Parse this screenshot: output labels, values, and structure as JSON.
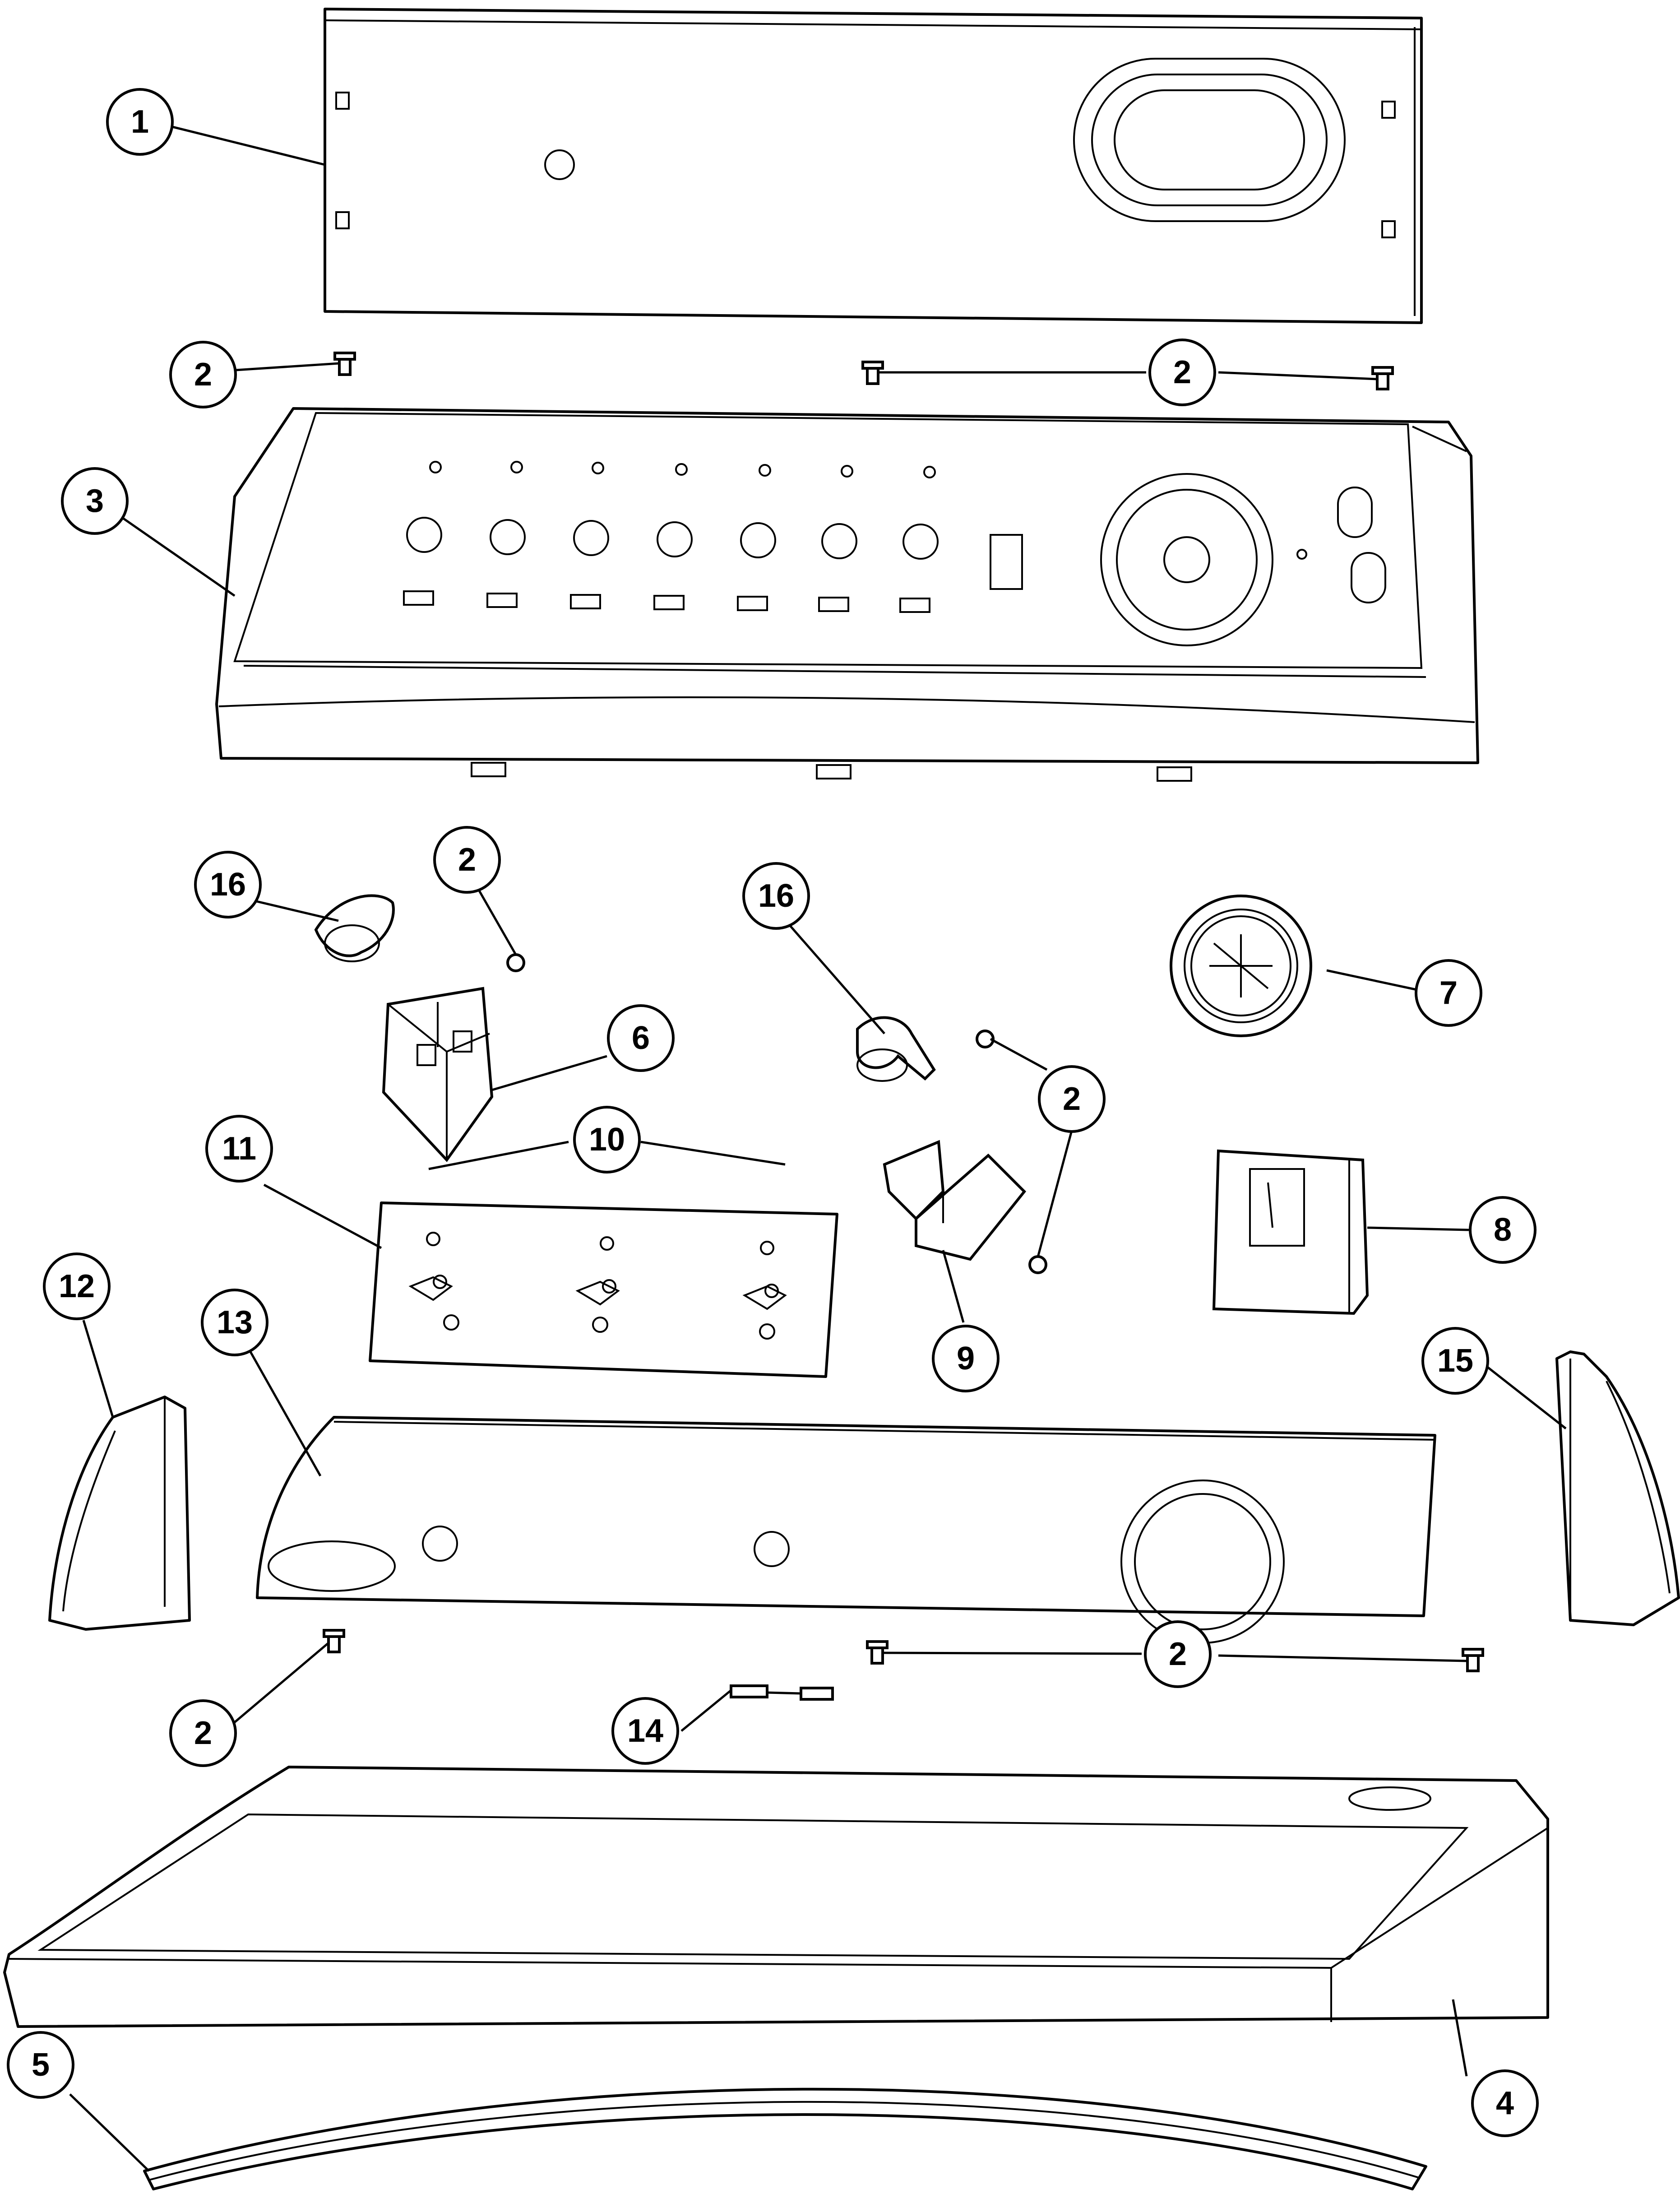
{
  "callouts": [
    {
      "id": "c1",
      "label": "1"
    },
    {
      "id": "c2a",
      "label": "2"
    },
    {
      "id": "c2b",
      "label": "2"
    },
    {
      "id": "c3",
      "label": "3"
    },
    {
      "id": "c16a",
      "label": "16"
    },
    {
      "id": "c2c",
      "label": "2"
    },
    {
      "id": "c16b",
      "label": "16"
    },
    {
      "id": "c7",
      "label": "7"
    },
    {
      "id": "c6",
      "label": "6"
    },
    {
      "id": "c2d",
      "label": "2"
    },
    {
      "id": "c11",
      "label": "11"
    },
    {
      "id": "c10",
      "label": "10"
    },
    {
      "id": "c8",
      "label": "8"
    },
    {
      "id": "c9",
      "label": "9"
    },
    {
      "id": "c12",
      "label": "12"
    },
    {
      "id": "c13",
      "label": "13"
    },
    {
      "id": "c15",
      "label": "15"
    },
    {
      "id": "c14",
      "label": "14"
    },
    {
      "id": "c2e",
      "label": "2"
    },
    {
      "id": "c2f",
      "label": "2"
    },
    {
      "id": "c4",
      "label": "4"
    },
    {
      "id": "c5",
      "label": "5"
    }
  ]
}
